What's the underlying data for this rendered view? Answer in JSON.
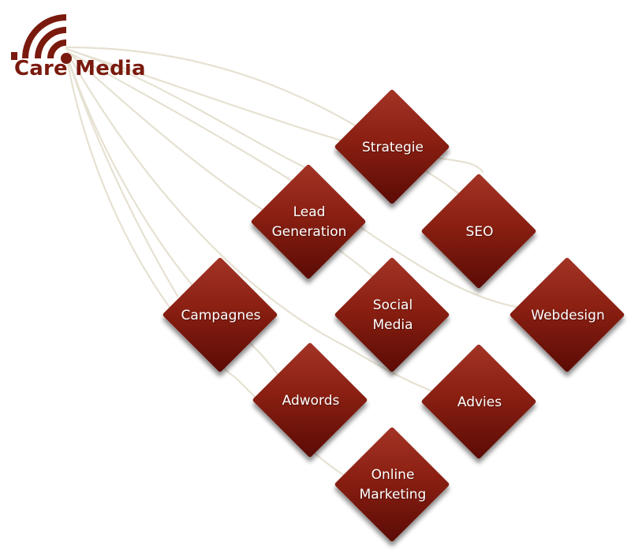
{
  "brand": {
    "name": "Care Media",
    "color": "#7a1a0e"
  },
  "colors": {
    "node_light": "#a33426",
    "node_dark": "#5a0b05",
    "wire": "#e6e1d2"
  },
  "nodes": [
    {
      "id": "strategie",
      "label": "Strategie"
    },
    {
      "id": "lead-generation",
      "label": "Lead\nGeneration"
    },
    {
      "id": "seo",
      "label": "SEO"
    },
    {
      "id": "campagnes",
      "label": "Campagnes"
    },
    {
      "id": "social-media",
      "label": "Social\nMedia"
    },
    {
      "id": "webdesign",
      "label": "Webdesign"
    },
    {
      "id": "adwords",
      "label": "Adwords"
    },
    {
      "id": "advies",
      "label": "Advies"
    },
    {
      "id": "online-marketing",
      "label": "Online\nMarketing"
    }
  ]
}
